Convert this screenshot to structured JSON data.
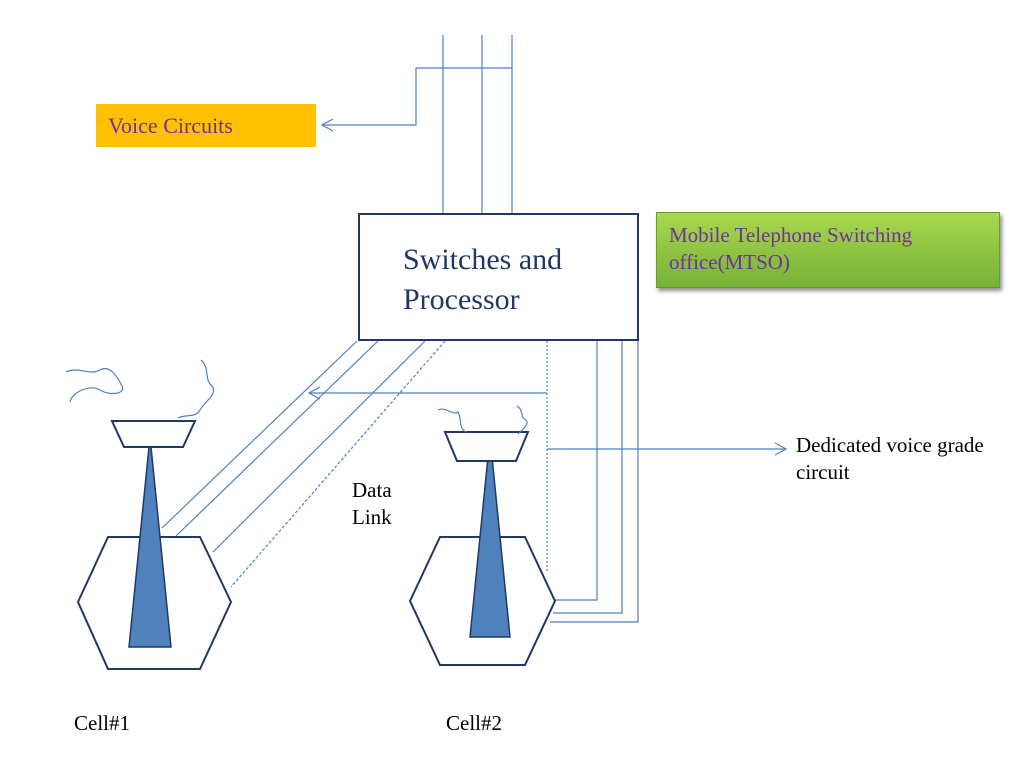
{
  "labels": {
    "voice_circuits": "Voice Circuits",
    "switches_processor": "Switches and Processor",
    "mtso": "Mobile Telephone Switching office(MTSO)",
    "dedicated_circuit": "Dedicated voice grade circuit",
    "data_link": "Data Link",
    "cell1": "Cell#1",
    "cell2": "Cell#2"
  },
  "colors": {
    "line": "#4f81bd",
    "antenna_fill": "#4f81bd",
    "antenna_stroke": "#1f3864",
    "switch_text": "#1f3864",
    "voice_box_bg": "#ffc000",
    "mtso_bg": "#92d050",
    "accent_text": "#7030a0"
  }
}
